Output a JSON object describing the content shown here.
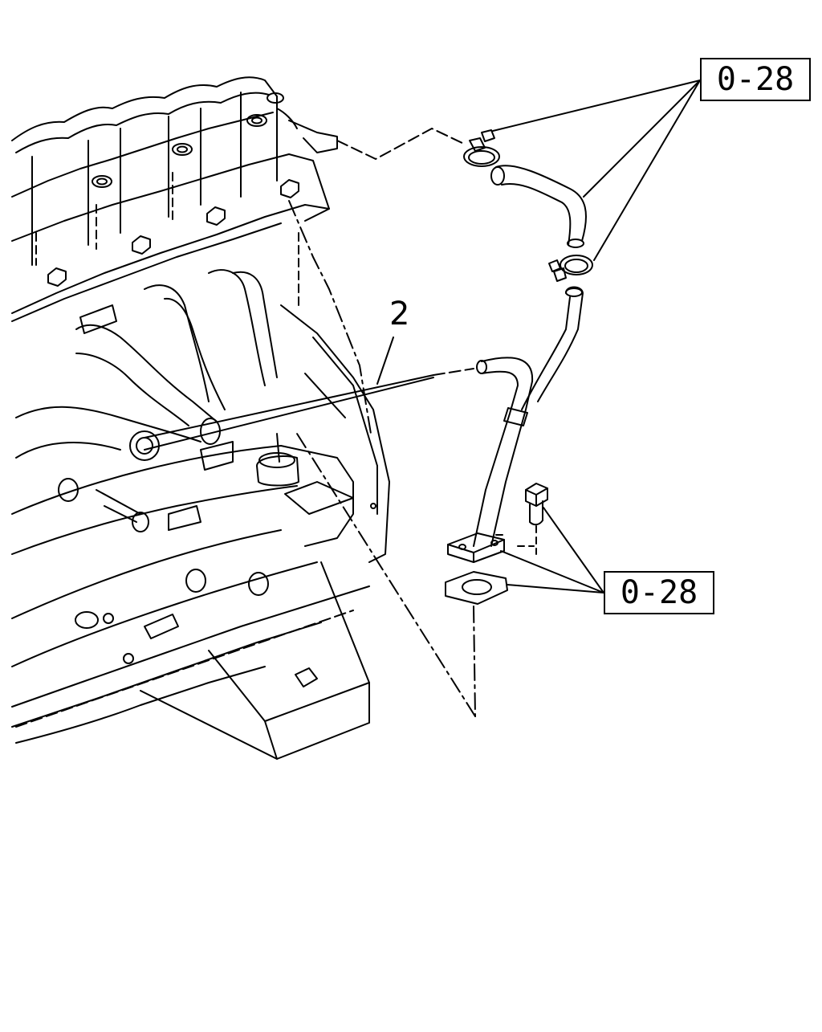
{
  "references": {
    "top": "0-28",
    "bottom": "0-28"
  },
  "callouts": {
    "part": "2"
  },
  "colors": {
    "line": "#000000",
    "background": "#ffffff"
  }
}
